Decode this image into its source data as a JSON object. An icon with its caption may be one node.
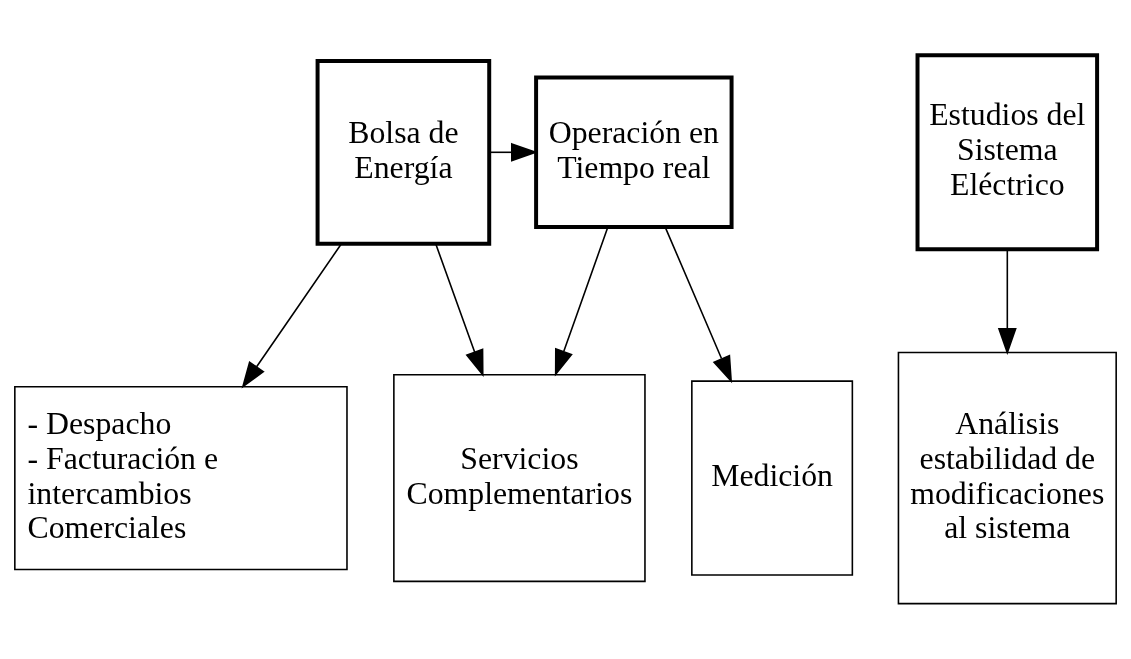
{
  "diagram": {
    "nodes": [
      {
        "text": [
          "Bolsa de Energía"
        ]
      },
      {
        "text": [
          "Operación en Tiempo real"
        ]
      },
      {
        "text": [
          "Estudios del Sistema Eléctrico"
        ]
      },
      {
        "text": [
          "- Despacho",
          "- Facturación e intercambios Comerciales"
        ]
      },
      {
        "text": [
          "Servicios Complementarios"
        ]
      },
      {
        "text": [
          "Medición"
        ]
      },
      {
        "text": [
          "Análisis estabilidad de modificaciones al sistema"
        ]
      }
    ],
    "edges": [
      {
        "from": 0,
        "to": 1,
        "arrow": "to"
      },
      {
        "from": 0,
        "to": 3,
        "arrow": "to"
      },
      {
        "from": 0,
        "to": 4,
        "arrow": "to"
      },
      {
        "from": 1,
        "to": 4,
        "arrow": "to"
      },
      {
        "from": 1,
        "to": 5,
        "arrow": "to"
      },
      {
        "from": 2,
        "to": 6,
        "arrow": "to"
      }
    ]
  }
}
